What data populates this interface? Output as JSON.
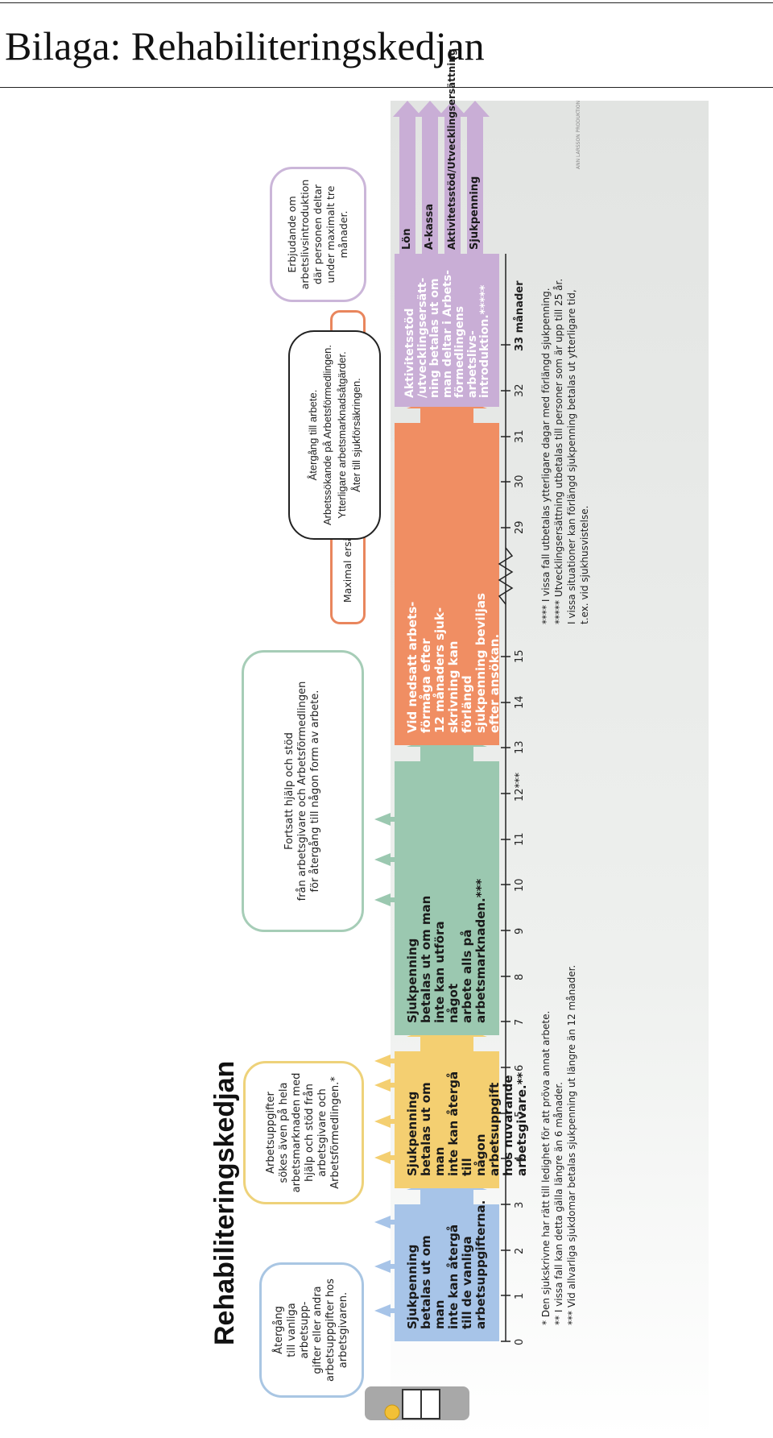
{
  "page": {
    "title": "Bilaga: Rehabiliteringskedjan"
  },
  "figure": {
    "title": "Rehabiliteringskedjan",
    "credit": "ANN LARSSON PRODUKTION",
    "colors": {
      "blue": "#a7c4e8",
      "yellow": "#f4cf71",
      "green": "#9bc8b0",
      "orange": "#f08e63",
      "lilac": "#c9aed6",
      "background": "#e6e8e6"
    },
    "boxes": {
      "blue": "Återgång\ntill vanliga arbetsupp-\ngifter eller andra\narbetsuppgifter hos\narbetsgivaren.",
      "yellow": "Arbetsuppgifter\nsökes även på hela\narbetsmarknaden med\nhjälp och stöd från\narbetsgivare och\nArbetsförmedlingen.*",
      "green": "Fortsatt hjälp och stöd\nfrån arbetsgivare och Arbetsförmedlingen\nför återgång till någon form av arbete.",
      "orange": "Maximal ersättningstid med förlängd sjukpenning****",
      "lilac": "Erbjudande om\narbetslivsintroduktion\ndär personen deltar\nunder maximalt tre\nmånader.",
      "black": "Återgång till arbete.\nArbetssökande på Arbetsförmedlingen.\nYtterligare arbetsmarknadsåtgärder.\nÅter till sjukförsäkringen."
    },
    "bands": {
      "blue": "Sjukpenning\nbetalas ut om man\ninte kan återgå\ntill de vanliga\narbetsuppgifterna.",
      "yellow": "Sjukpenning\nbetalas ut om man\ninte kan återgå till\nnågon arbetsuppgift\nhos nuvarande\narbetsgivare.**",
      "green": "Sjukpenning\nbetalas ut om man\ninte kan utföra något\narbete alls på\narbetsmarknaden.***",
      "orange": "Vid nedsatt arbets-\nförmåga efter\n12 månaders sjuk-\nskrivning kan förlängd\nsjukpenning beviljas\nefter ansökan.",
      "lilac": "Aktivitetsstöd\n/utvecklingsersätt-\nning betalas ut om\nman deltar i Arbets-\nförmedlingens\narbetslivs-\nintroduktion.*****"
    },
    "outcome_bars": [
      "Lön",
      "A-kassa",
      "Aktivitetsstöd/Utvecklingsersättning",
      "Sjukpenning"
    ],
    "timeline": {
      "ticks": [
        "0",
        "1",
        "2",
        "3",
        "4",
        "5",
        "6",
        "7",
        "8",
        "9",
        "10",
        "11",
        "12***",
        "13",
        "14",
        "15",
        "29",
        "30",
        "31",
        "32",
        "33 månader"
      ]
    },
    "footnotes": {
      "left": "* Den sjukskrivne har rätt till ledighet för att pröva annat arbete.\n** I vissa fall kan detta gälla längre än 6 månader.\n*** Vid allvarliga sjukdomar betalas sjukpenning ut längre än 12 månader.",
      "right": "**** I vissa fall utbetalas ytterligare dagar med förlängd sjukpenning.\n***** Utvecklingsersättning utbetalas till personer som är upp till 25 år.\nI vissa situationer kan förlängd sjukpenning betalas ut ytterligare tid,\nt.ex. vid sjukhusvistelse."
    }
  }
}
